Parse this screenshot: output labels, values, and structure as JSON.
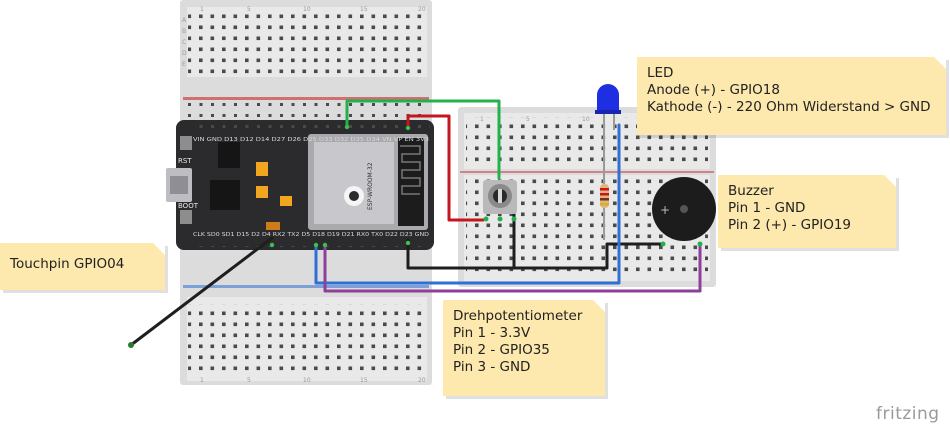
{
  "notes": {
    "led": {
      "lines": [
        "LED",
        "Anode (+) - GPIO18",
        "Kathode (-) - 220 Ohm Widerstand > GND"
      ]
    },
    "buzzer": {
      "lines": [
        "Buzzer",
        "Pin 1 - GND",
        "Pin 2 (+) - GPIO19"
      ]
    },
    "pot": {
      "lines": [
        "Drehpotentiometer",
        "Pin 1 - 3.3V",
        "Pin 2 - GPIO35",
        "Pin 3 - GND"
      ]
    },
    "touch": {
      "lines": [
        "Touchpin GPIO04"
      ]
    }
  },
  "board": {
    "btn_rst": "RST",
    "btn_boot": "BOOT",
    "module_text": "ESP-WROOM-32",
    "top_pins": "VIN GND D13 D12 D14 D27 D26 D25 D33 D32 D35 D34 VN VP EN 3V3",
    "bottom_pins": "CLK SD0 SD1 D15 D2 D4 RX2 TX2 D5 D18 D19 D21 RX0 TX0 D22 D23 GND"
  },
  "breadboard_marks": {
    "left_cols": [
      "1",
      "5",
      "10",
      "15",
      "20"
    ],
    "right_cols": [
      "1",
      "5",
      "10"
    ],
    "rows": [
      "A",
      "B",
      "C",
      "D",
      "E"
    ]
  },
  "brand": "fritzing",
  "colors": {
    "wire_green": "#22b24c",
    "wire_red": "#c4161c",
    "wire_black": "#1e1e1e",
    "wire_blue": "#2f6fd6",
    "wire_purple": "#8c3f9b",
    "led_blue": "#1d2fe0",
    "note_bg": "#fde8ae"
  }
}
